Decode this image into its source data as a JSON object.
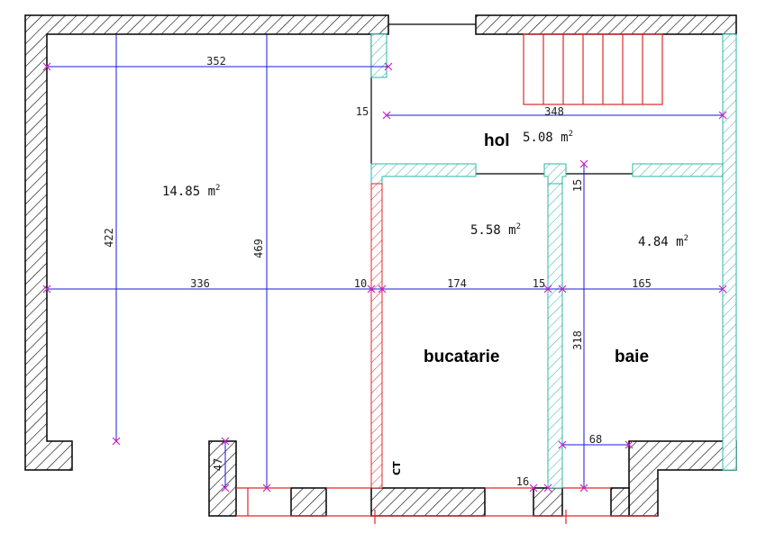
{
  "rooms": {
    "large": {
      "area": "14.85 m",
      "unit_sup": "2"
    },
    "hol": {
      "name": "hol",
      "area": "5.08 m",
      "unit_sup": "2"
    },
    "bucatarie": {
      "name": "bucatarie",
      "area": "5.58 m",
      "unit_sup": "2"
    },
    "baie": {
      "name": "baie",
      "area": "4.84 m",
      "unit_sup": "2"
    }
  },
  "dimensions": {
    "top_width": "352",
    "large_height_outer": "422",
    "large_height_inner": "469",
    "large_width": "336",
    "wall_10": "10",
    "kitchen_width": "174",
    "wall_15_mid": "15",
    "bath_width": "165",
    "hol_width": "348",
    "hol_wall_15": "15",
    "bath_wall_15": "15",
    "bath_height": "318",
    "bath_68": "68",
    "left_47": "47",
    "bottom_16": "16"
  },
  "labels": {
    "ct": "CT"
  },
  "colors": {
    "wall": "#000000",
    "partition": "#2fb5a8",
    "red_partition": "#e02828",
    "dimension": "#1a1adf",
    "marker": "#cc22cc"
  }
}
